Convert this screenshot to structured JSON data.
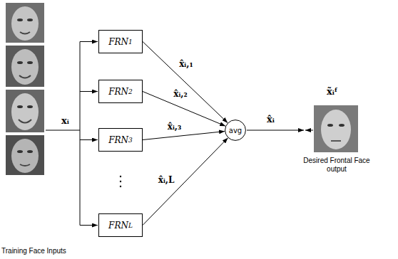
{
  "diagram": {
    "nodes": [
      {
        "text": [
          "FRN",
          "1"
        ]
      },
      {
        "text": [
          "FRN",
          "2"
        ]
      },
      {
        "text": [
          "FRN",
          "3"
        ]
      },
      {
        "text": [
          "FRN",
          "L"
        ]
      },
      {
        "text": [
          "avg"
        ]
      }
    ],
    "edges": [
      {
        "from": 0,
        "to": 4,
        "arrow": "to",
        "label": "x̂ᵢ,₁"
      },
      {
        "from": 1,
        "to": 4,
        "arrow": "to",
        "label": "x̂ᵢ,₂"
      },
      {
        "from": 2,
        "to": 4,
        "arrow": "to",
        "label": "x̂ᵢ,₃"
      },
      {
        "from": 3,
        "to": 4,
        "arrow": "to",
        "label": "x̂ᵢ,L"
      }
    ],
    "labels": [
      "xᵢ",
      "Training Face Inputs",
      "x̂ᵢ",
      "x̃ᵢᶠ",
      "Desired Frontal Face output"
    ]
  }
}
